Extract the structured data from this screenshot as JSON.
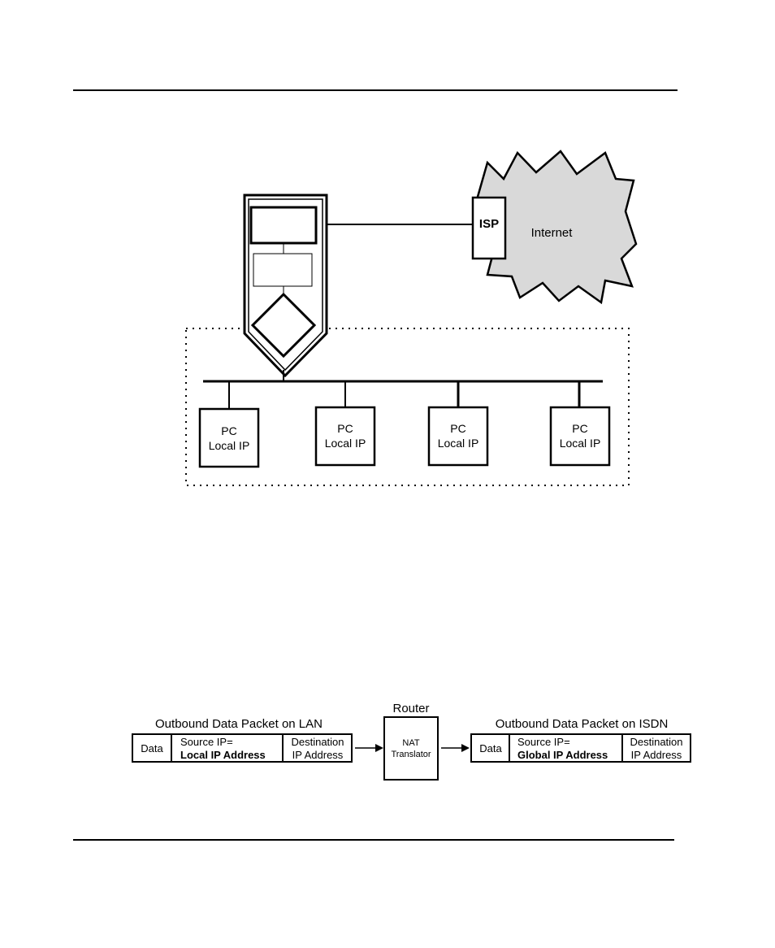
{
  "network_diagram": {
    "isp_label": "ISP",
    "internet_label": "Internet",
    "pcs": [
      {
        "line1": "PC",
        "line2": "Local IP"
      },
      {
        "line1": "PC",
        "line2": "Local IP"
      },
      {
        "line1": "PC",
        "line2": "Local IP"
      },
      {
        "line1": "PC",
        "line2": "Local IP"
      }
    ]
  },
  "nat_diagram": {
    "lan_packet": {
      "title": "Outbound Data Packet on LAN",
      "data": "Data",
      "source_line1": "Source IP=",
      "source_line2": "Local IP Address",
      "dest_line1": "Destination",
      "dest_line2": "IP Address"
    },
    "router": {
      "title": "Router",
      "line1": "NAT",
      "line2": "Translator"
    },
    "isdn_packet": {
      "title": "Outbound Data Packet on ISDN",
      "data": "Data",
      "source_line1": "Source IP=",
      "source_line2": "Global IP Address",
      "dest_line1": "Destination",
      "dest_line2": "IP Address"
    }
  }
}
